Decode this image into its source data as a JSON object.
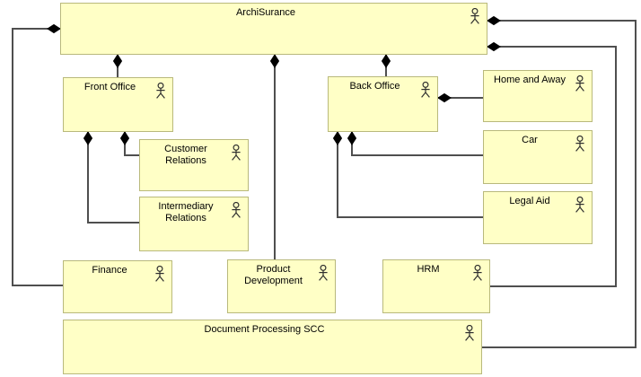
{
  "diagram": {
    "element_type": "business-actor",
    "colors": {
      "node_fill": "#ffffc6",
      "node_border": "#b9b97c",
      "connector": "#4f4f4f",
      "diamond": "#000000",
      "canvas_background": "#ffffff",
      "label_text": "#000000"
    },
    "nodes": [
      {
        "id": "archisurance",
        "label": "ArchiSurance",
        "display": "ArchiSurance",
        "icon": "business-actor-icon"
      },
      {
        "id": "front-office",
        "label": "Front Office",
        "display": "Front Office",
        "icon": "business-actor-icon"
      },
      {
        "id": "back-office",
        "label": "Back Office",
        "display": "Back Office",
        "icon": "business-actor-icon"
      },
      {
        "id": "home-and-away",
        "label": "Home and Away",
        "display": "Home and Away",
        "icon": "business-actor-icon"
      },
      {
        "id": "car",
        "label": "Car",
        "display": "Car",
        "icon": "business-actor-icon"
      },
      {
        "id": "legal-aid",
        "label": "Legal Aid",
        "display": "Legal Aid",
        "icon": "business-actor-icon"
      },
      {
        "id": "customer-relations",
        "label": "Customer Relations",
        "display": "Customer\nRelations",
        "icon": "business-actor-icon"
      },
      {
        "id": "intermediary-relations",
        "label": "Intermediary Relations",
        "display": "Intermediary\nRelations",
        "icon": "business-actor-icon"
      },
      {
        "id": "finance",
        "label": "Finance",
        "display": "Finance",
        "icon": "business-actor-icon"
      },
      {
        "id": "product-development",
        "label": "Product Development",
        "display": "Product\nDevelopment",
        "icon": "business-actor-icon"
      },
      {
        "id": "hrm",
        "label": "HRM",
        "display": "HRM",
        "icon": "business-actor-icon"
      },
      {
        "id": "document-processing-scc",
        "label": "Document Processing SCC",
        "display": "Document Processing SCC",
        "icon": "business-actor-icon"
      }
    ],
    "relationships": [
      {
        "type": "composition",
        "parent": "ArchiSurance",
        "child": "Front Office"
      },
      {
        "type": "composition",
        "parent": "ArchiSurance",
        "child": "Back Office"
      },
      {
        "type": "composition",
        "parent": "ArchiSurance",
        "child": "Product Development"
      },
      {
        "type": "composition",
        "parent": "ArchiSurance",
        "child": "Finance"
      },
      {
        "type": "composition",
        "parent": "ArchiSurance",
        "child": "HRM"
      },
      {
        "type": "composition",
        "parent": "ArchiSurance",
        "child": "Document Processing SCC"
      },
      {
        "type": "composition",
        "parent": "Front Office",
        "child": "Customer Relations"
      },
      {
        "type": "composition",
        "parent": "Front Office",
        "child": "Intermediary Relations"
      },
      {
        "type": "composition",
        "parent": "Back Office",
        "child": "Home and Away"
      },
      {
        "type": "composition",
        "parent": "Back Office",
        "child": "Car"
      },
      {
        "type": "composition",
        "parent": "Back Office",
        "child": "Legal Aid"
      }
    ]
  }
}
